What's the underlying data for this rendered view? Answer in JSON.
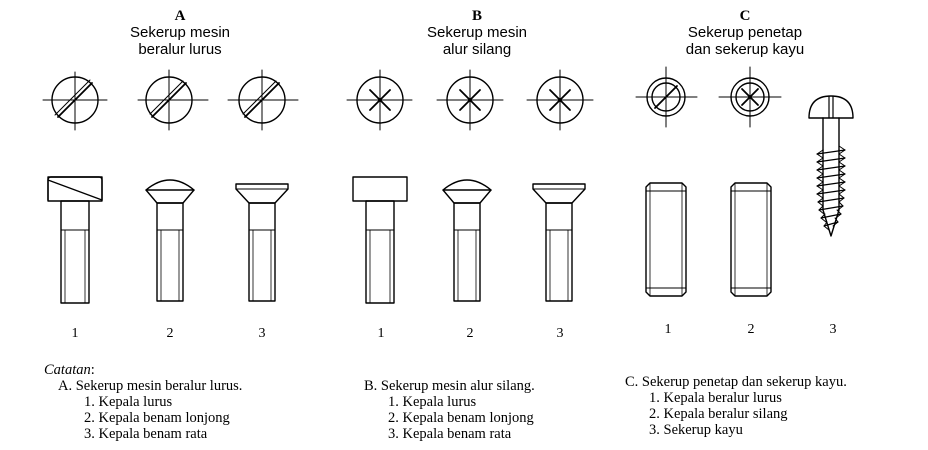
{
  "groups": [
    {
      "letter": "A",
      "title_lines": [
        "Sekerup mesin",
        "beralur lurus"
      ],
      "numbers": [
        "1",
        "2",
        "3"
      ]
    },
    {
      "letter": "B",
      "title_lines": [
        "Sekerup mesin",
        "alur silang"
      ],
      "numbers": [
        "1",
        "2",
        "3"
      ]
    },
    {
      "letter": "C",
      "title_lines": [
        "Sekerup penetap",
        "dan sekerup kayu"
      ],
      "numbers": [
        "1",
        "2",
        "3"
      ]
    }
  ],
  "notes": {
    "heading": "Catatan",
    "heading_suffix": ":",
    "sections": [
      {
        "title": "A. Sekerup mesin beralur lurus.",
        "items": [
          "1. Kepala lurus",
          "2. Kepala benam lonjong",
          "3. Kepala benam rata"
        ]
      },
      {
        "title": "B. Sekerup mesin alur silang.",
        "items": [
          "1. Kepala lurus",
          "2. Kepala benam lonjong",
          "3. Kepala benam rata"
        ]
      },
      {
        "title": "C. Sekerup penetap dan sekerup kayu.",
        "items": [
          "1. Kepala beralur lurus",
          "2. Kepala beralur silang",
          "3. Sekerup kayu"
        ]
      }
    ]
  }
}
